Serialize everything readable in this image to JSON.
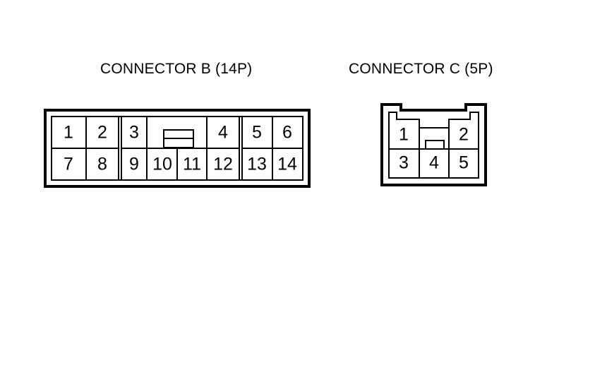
{
  "document": {
    "type": "connector-pinout-diagram",
    "background_color": "#ffffff",
    "line_color": "#000000"
  },
  "connectors": [
    {
      "id": "connector-b",
      "title": "CONNECTOR B (14P)",
      "pin_count": "14",
      "rows": [
        {
          "name": "top-row",
          "pins": [
            "1",
            "2",
            "3",
            "4",
            "5",
            "6"
          ]
        },
        {
          "name": "bottom-row",
          "pins": [
            "7",
            "8",
            "9",
            "10",
            "11",
            "12",
            "13",
            "14"
          ]
        }
      ],
      "features": [
        "center-latch-tab",
        "keying-gap-left",
        "keying-gap-right"
      ]
    },
    {
      "id": "connector-c",
      "title": "CONNECTOR C (5P)",
      "pin_count": "5",
      "rows": [
        {
          "name": "top-row",
          "pins": [
            "1",
            "2"
          ]
        },
        {
          "name": "bottom-row",
          "pins": [
            "3",
            "4",
            "5"
          ]
        }
      ],
      "features": [
        "stepped-top-profile",
        "center-recess",
        "center-tab"
      ]
    }
  ]
}
